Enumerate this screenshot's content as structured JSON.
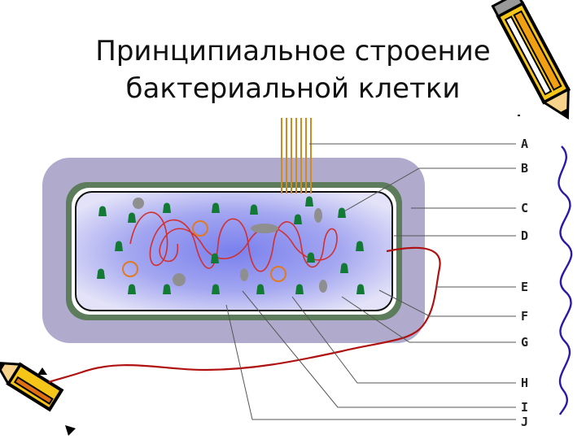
{
  "title": {
    "line1": "Принципиальное строение",
    "line2": "бактериальной клетки"
  },
  "labels": [
    "A",
    "B",
    "C",
    "D",
    "E",
    "F",
    "G",
    "H",
    "I",
    "J"
  ],
  "colors": {
    "capsule": "#b0abcc",
    "cell_wall": "#5c7c5c",
    "cytoplasm": "#7e86e8",
    "dna": "#d03030",
    "flagellum": "#b01010",
    "pili": "#d08a20",
    "ribosome": "#137a36",
    "inclusion": "#8f8f8f",
    "plasmid": "#e07a20"
  },
  "icons": [
    "pencil-icon-top-right",
    "pencil-icon-bottom-left"
  ]
}
